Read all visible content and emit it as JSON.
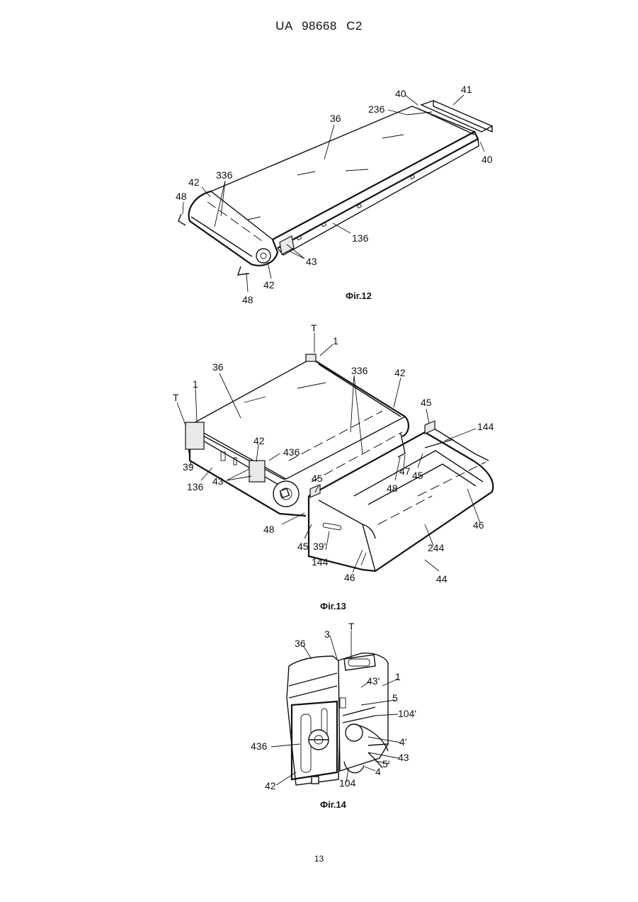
{
  "header": {
    "document_id": "UA   98668   C2"
  },
  "page_number": "13",
  "fig12": {
    "caption": "Фіг.12",
    "labels": [
      "40",
      "41",
      "236",
      "36",
      "40",
      "42",
      "336",
      "48",
      "136",
      "43",
      "42",
      "48"
    ]
  },
  "fig13": {
    "caption": "Фіг.13",
    "labels": [
      "T",
      "1",
      "36",
      "336",
      "42",
      "45",
      "144",
      "T",
      "1",
      "42",
      "436",
      "39",
      "136",
      "43",
      "47",
      "48",
      "45",
      "45",
      "48",
      "45",
      "39'",
      "144",
      "46",
      "244",
      "46",
      "44"
    ]
  },
  "fig14": {
    "caption": "Фіг.14",
    "labels": [
      "36",
      "3",
      "T",
      "1",
      "43'",
      "5",
      "104'",
      "436",
      "4'",
      "43",
      "5'",
      "42",
      "104",
      "4"
    ]
  }
}
